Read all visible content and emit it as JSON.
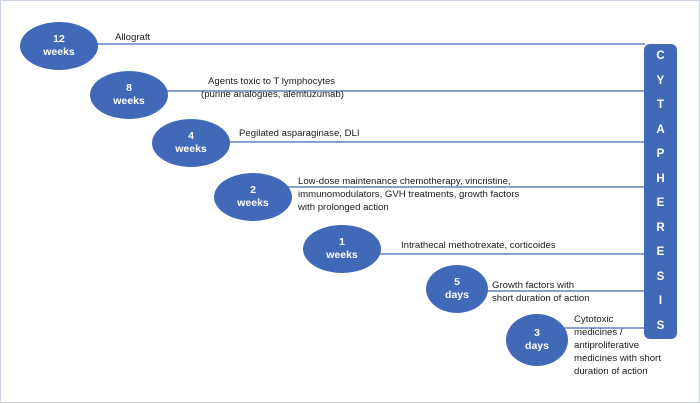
{
  "timeline": [
    {
      "amount": "12",
      "unit": "weeks",
      "lines": [
        "Allograft"
      ]
    },
    {
      "amount": "8",
      "unit": "weeks",
      "lines": [
        "Agents toxic to T lymphocytes",
        "(purine analogues, alemtuzumab)"
      ]
    },
    {
      "amount": "4",
      "unit": "weeks",
      "lines": [
        "Pegilated asparaginase, DLI"
      ]
    },
    {
      "amount": "2",
      "unit": "weeks",
      "lines": [
        "Low-dose maintenance chemotherapy, vincristine,",
        "immunomodulators, GVH treatments, growth factors",
        "with prolonged action"
      ]
    },
    {
      "amount": "1",
      "unit": "weeks",
      "lines": [
        "Intrathecal methotrexate, corticoides"
      ]
    },
    {
      "amount": "5",
      "unit": "days",
      "lines": [
        "Growth factors with",
        "short duration of action"
      ]
    },
    {
      "amount": "3",
      "unit": "days",
      "lines": [
        "Cytotoxic",
        "medicines /",
        "antiproliferative",
        "medicines with short",
        "duration of action"
      ]
    }
  ],
  "procedure": {
    "label": "CYTAPHERESIS",
    "letters": [
      "C",
      "Y",
      "T",
      "A",
      "P",
      "H",
      "E",
      "R",
      "E",
      "S",
      "I",
      "S"
    ]
  },
  "colors": {
    "ellipse": "#4169b7",
    "line": "#4169b7",
    "bar": "#4169b7",
    "text": "#1b1b1b"
  }
}
